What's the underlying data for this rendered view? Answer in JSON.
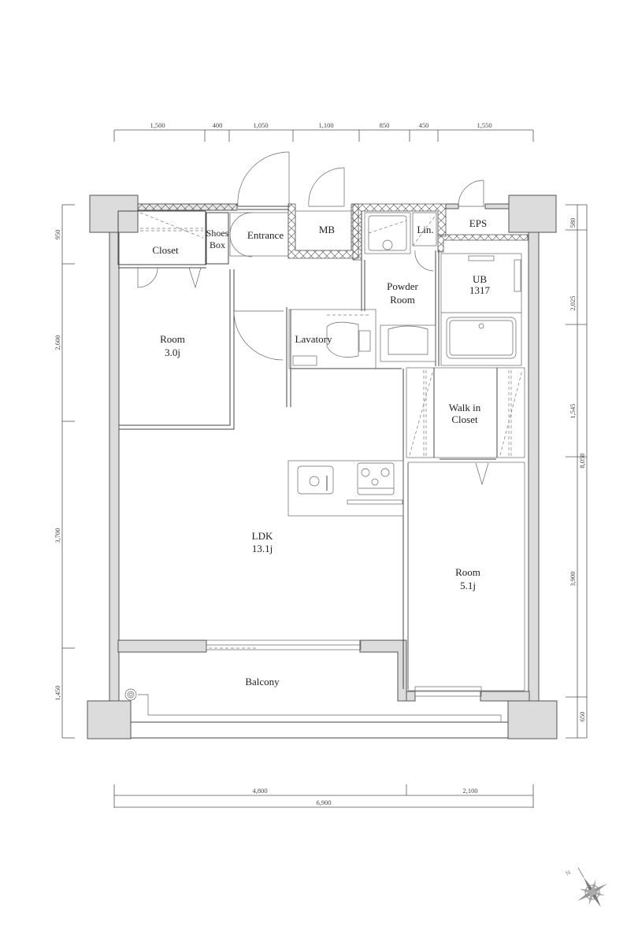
{
  "title": "Apartment floor plan",
  "rooms": {
    "closet": "Closet",
    "shoes_box_1": "Shoes",
    "shoes_box_2": "Box",
    "entrance": "Entrance",
    "mb": "MB",
    "lin": "Lin.",
    "eps": "EPS",
    "powder_room_1": "Powder",
    "powder_room_2": "Room",
    "ub_1": "UB",
    "ub_2": "1317",
    "room_west_1": "Room",
    "room_west_2": "3.0j",
    "lavatory": "Lavatory",
    "walk_in_closet_1": "Walk in",
    "walk_in_closet_2": "Closet",
    "ldk_1": "LDK",
    "ldk_2": "13.1j",
    "room_east_1": "Room",
    "room_east_2": "5.1j",
    "balcony": "Balcony"
  },
  "dimensions": {
    "top": [
      "1,500",
      "400",
      "1,050",
      "1,100",
      "850",
      "450",
      "1,550"
    ],
    "left": [
      "950",
      "2,600",
      "3,700",
      "1,450"
    ],
    "right_inner": [
      "580",
      "2,025",
      "1,545",
      "3,900",
      "650"
    ],
    "right_total": "8,050",
    "bottom": [
      "4,800",
      "2,100"
    ],
    "bottom_total": "6,900"
  },
  "compass": {
    "north_label": "N"
  }
}
